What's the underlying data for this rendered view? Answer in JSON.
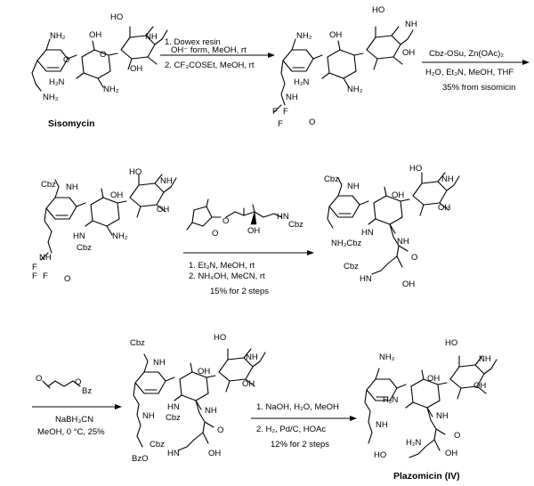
{
  "compounds": {
    "sisomycin": "Sisomycin",
    "plazomicin": "Plazomicin (IV)"
  },
  "steps": {
    "step1": {
      "line1": "1. Dowex resin",
      "line1b": "OH⁻ form, MeOH, rt",
      "line2": "2. CF₃COSEt, MeOH, rt"
    },
    "step2": {
      "line1": "Cbz-OSu, Zn(OAc)₂",
      "line2": "H₂O, Et₃N, MeOH, THF",
      "line3": "35% from  sisomicin"
    },
    "step3": {
      "line1": "1.        Et₃N, MeOH, rt",
      "line2": "2. NH₄OH, MeCN, rt",
      "line3": "15% for 2 steps"
    },
    "step4": {
      "line1": "NaBH₃CN",
      "line2": "MeOH, 0 °C, 25%"
    },
    "step5": {
      "line1": "1. NaOH, H₂O, MeOH",
      "line2": "2. H₂, Pd/C, HOAc",
      "line3": "12% for 2 steps"
    }
  },
  "labels": {
    "nh2": "NH₂",
    "h2n": "H₂N",
    "oh": "OH",
    "ho": "HO",
    "nh": "NH",
    "o": "O",
    "nhme": "NH",
    "cbz": "Cbz",
    "bz": "Bz",
    "bzo": "BzO",
    "hn": "HN",
    "f": "F",
    "nhcbz": "NH",
    "nh2cbz": "NH₂Cbz",
    "amide_o": "O"
  }
}
